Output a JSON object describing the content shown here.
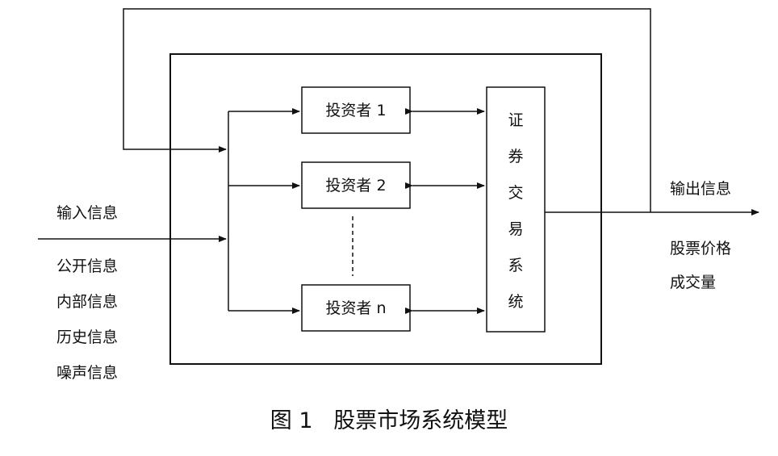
{
  "investors": [
    {
      "label": "投资者 1"
    },
    {
      "label": "投资者 2"
    },
    {
      "label": "投资者 n"
    }
  ],
  "exchange": {
    "chars": [
      "证",
      "券",
      "交",
      "易",
      "系",
      "统"
    ]
  },
  "input": {
    "title": "输入信息",
    "items": [
      "公开信息",
      "内部信息",
      "历史信息",
      "噪声信息"
    ]
  },
  "output": {
    "title": "输出信息",
    "items": [
      "股票价格",
      "成交量"
    ]
  },
  "caption": "图 1   股票市场系统模型",
  "colors": {
    "stroke": "#111111",
    "background": "#ffffff"
  }
}
